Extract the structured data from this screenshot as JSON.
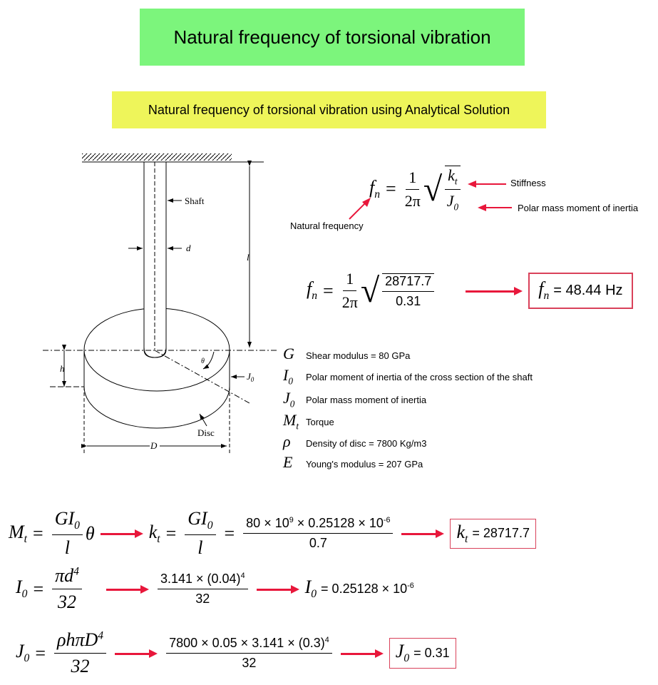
{
  "title": "Natural frequency of torsional vibration",
  "subtitle": "Natural frequency of torsional vibration using Analytical Solution",
  "diagram": {
    "shaft": "Shaft",
    "d": "d",
    "l": "l",
    "theta": "θ",
    "h": "h",
    "j0": "J",
    "j0sub": "0",
    "disc": "Disc",
    "D": "D"
  },
  "formula1": {
    "lhs": "f",
    "lhs_sub": "n",
    "eq": "=",
    "one": "1",
    "twopi": "2π",
    "kt": "k",
    "kt_sub": "t",
    "j0": "J",
    "j0_sub": "0",
    "stiffness": "Stiffness",
    "polar": "Polar mass moment of inertia",
    "natfreq": "Natural frequency"
  },
  "formula2": {
    "num": "28717.7",
    "den": "0.31",
    "result": "= 48.44 Hz"
  },
  "legend": [
    {
      "sym": "G",
      "sub": "",
      "text": "Shear modulus = 80 GPa"
    },
    {
      "sym": "I",
      "sub": "0",
      "text": "Polar moment of inertia of the cross section of the shaft"
    },
    {
      "sym": "J",
      "sub": "0",
      "text": "Polar mass moment of inertia"
    },
    {
      "sym": "M",
      "sub": "t",
      "text": "Torque"
    },
    {
      "sym": "ρ",
      "sub": "",
      "text": "Density of disc = 7800 Kg/m3"
    },
    {
      "sym": "E",
      "sub": "",
      "text": "Young's modulus = 207 GPa"
    }
  ],
  "eq1": {
    "lhs": "M",
    "lhs_sub": "t",
    "gi": "GI",
    "zero": "0",
    "l": "l",
    "theta": "θ",
    "kt": "k",
    "kt_sub": "t",
    "num": "80 × 10",
    "num_exp": "9",
    "num2": " × 0.25128 × 10",
    "num2_exp": "-6",
    "den": "0.7",
    "result": "= 28717.7"
  },
  "eq2": {
    "lhs": "I",
    "lhs_sub": "0",
    "num": "πd",
    "num_exp": "4",
    "den": "32",
    "num2": "3.141 × (0.04)",
    "num2_exp": "4",
    "den2": "32",
    "result": "= 0.25128 × 10",
    "result_exp": "-6"
  },
  "eq3": {
    "lhs": "J",
    "lhs_sub": "0",
    "num": "ρhπD",
    "num_exp": "4",
    "den": "32",
    "num2": "7800 × 0.05 × 3.141 × (0.3)",
    "num2_exp": "4",
    "den2": "32",
    "result": "= 0.31"
  }
}
